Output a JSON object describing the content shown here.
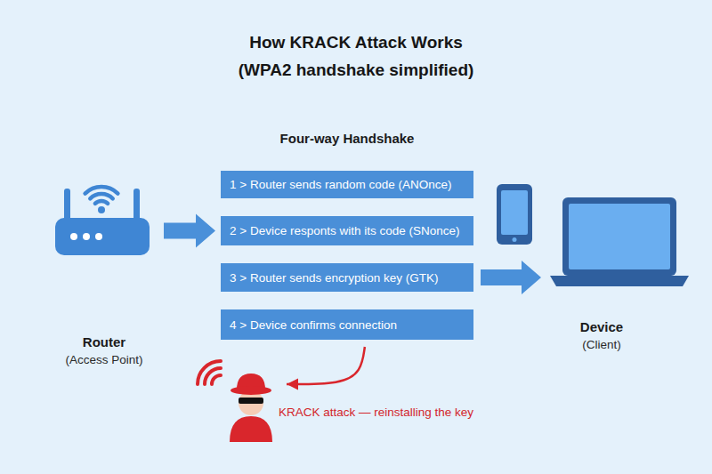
{
  "diagram": {
    "title": "How KRACK Attack Works (WPA2 handshake simplified)",
    "nodes": [
      {
        "text": [
          "Router",
          "(Access Point)"
        ]
      },
      {
        "text": [
          "1 > Router sends random code (ANOnce)"
        ]
      },
      {
        "text": [
          "2 > Device responts with its code (SNonce)"
        ]
      },
      {
        "text": [
          "3 > Router sends encryption key (GTK)"
        ]
      },
      {
        "text": [
          "4 > Device confirms connection"
        ]
      },
      {
        "text": [
          "Device",
          "(Client)"
        ]
      },
      {
        "text": [
          "KRACK attack — reinstalling the key"
        ]
      }
    ],
    "edges": [
      {
        "from": 0,
        "to": 2,
        "arrow": "to"
      },
      {
        "from": 3,
        "to": 5,
        "arrow": "to"
      },
      {
        "from": 4,
        "to": 6,
        "arrow": "to"
      }
    ],
    "labels": [
      "Four-way Handshake"
    ]
  }
}
